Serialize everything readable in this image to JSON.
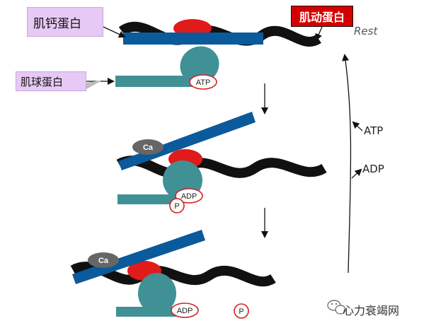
{
  "labels": {
    "troponin": "肌钙蛋白",
    "myosin": "肌球蛋白",
    "actin": "肌动蛋白",
    "rest": "Rest",
    "atp_cycle": "ATP",
    "adp_cycle": "ADP"
  },
  "stage1": {
    "atp": "ATP"
  },
  "stage2": {
    "ca": "Ca",
    "adp": "ADP",
    "p": "P"
  },
  "stage3": {
    "ca": "Ca",
    "adp": "ADP",
    "p": "P"
  },
  "watermark": "心力衰竭网",
  "colors": {
    "actin_filament": "#111111",
    "tropomyosin": "#0b5a9b",
    "troponin_blob": "#e11a1a",
    "myosin": "#3f9196",
    "calcium": "#666666",
    "label_box": "#e6c9f5",
    "actin_label_box": "#d40000",
    "nucleotide_outline": "#d42020"
  }
}
